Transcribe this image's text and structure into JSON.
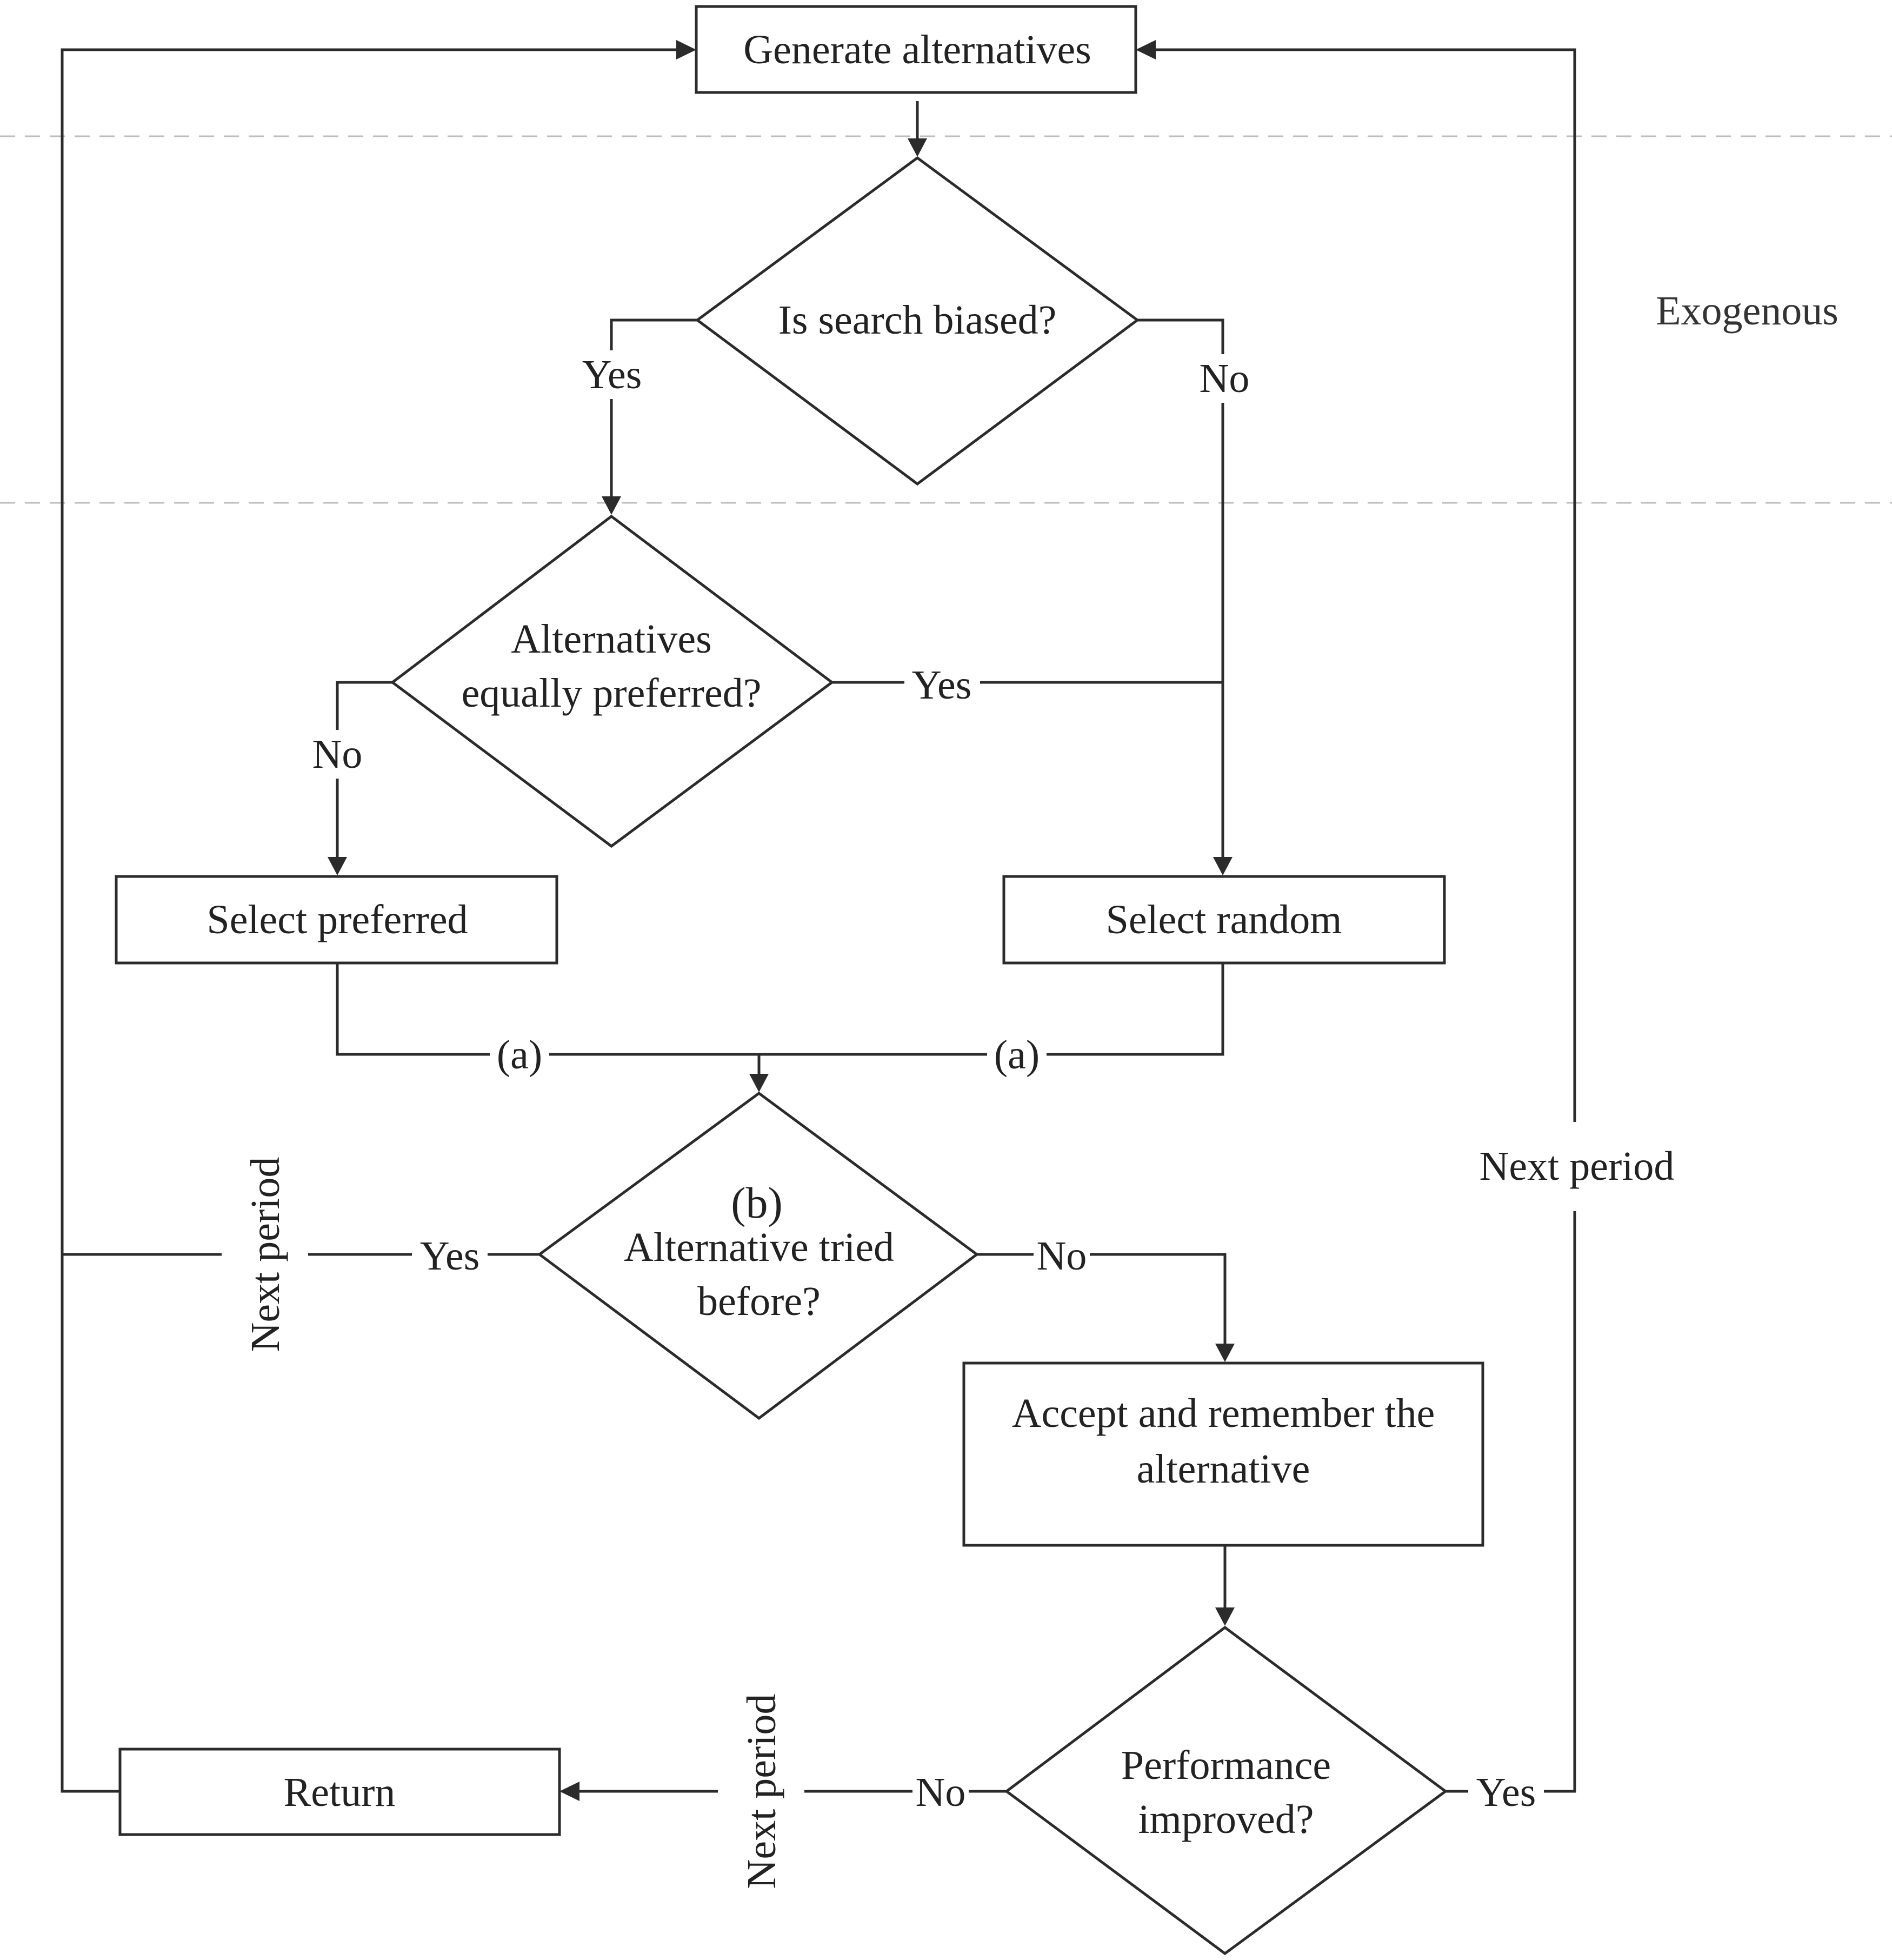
{
  "zones": {
    "exogenous": "Exogenous"
  },
  "nodes": {
    "generate": "Generate alternatives",
    "search_biased": "Is search biased?",
    "equally_preferred": [
      "Alternatives",
      "equally preferred?"
    ],
    "select_preferred": "Select preferred",
    "select_random": "Select random",
    "tried_before": [
      "Alternative tried",
      "before?"
    ],
    "accept": [
      "Accept and remember the",
      "alternative"
    ],
    "performance": [
      "Performance",
      "improved?"
    ],
    "return": "Return"
  },
  "edges": {
    "biased_yes": "Yes",
    "biased_no": "No",
    "equal_yes": "Yes",
    "equal_no": "No",
    "join_a_left": "(a)",
    "join_a_right": "(a)",
    "tried_yes": "Yes",
    "tried_no": "No",
    "perf_no": "No",
    "perf_yes": "Yes"
  },
  "loop_labels": {
    "left": "Next period",
    "right": "Next period",
    "bottom": "Next period"
  },
  "markers": {
    "b": "(b)"
  }
}
